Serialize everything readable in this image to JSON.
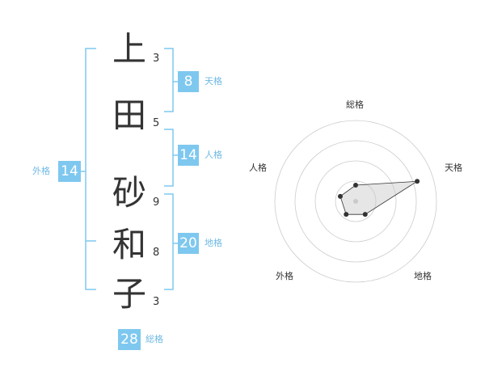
{
  "name": {
    "chars": [
      {
        "char": "上",
        "strokes": "3"
      },
      {
        "char": "田",
        "strokes": "5"
      },
      {
        "char": "砂",
        "strokes": "9"
      },
      {
        "char": "和",
        "strokes": "8"
      },
      {
        "char": "子",
        "strokes": "3"
      }
    ]
  },
  "fortunes": {
    "tenkaku": {
      "value": "8",
      "label": "天格"
    },
    "jinkaku": {
      "value": "14",
      "label": "人格"
    },
    "chikaku": {
      "value": "20",
      "label": "地格"
    },
    "gaikaku": {
      "value": "14",
      "label": "外格"
    },
    "soukaku": {
      "value": "28",
      "label": "総格"
    }
  },
  "colors": {
    "accent": "#7ec8ef",
    "label": "#6fb9e3",
    "text": "#333333",
    "grid": "#cccccc"
  },
  "chart_data": {
    "type": "radar",
    "axes": [
      "総格",
      "天格",
      "地格",
      "外格",
      "人格"
    ],
    "values": [
      1,
      4,
      1,
      1,
      1
    ],
    "max": 5,
    "rings": 4
  }
}
